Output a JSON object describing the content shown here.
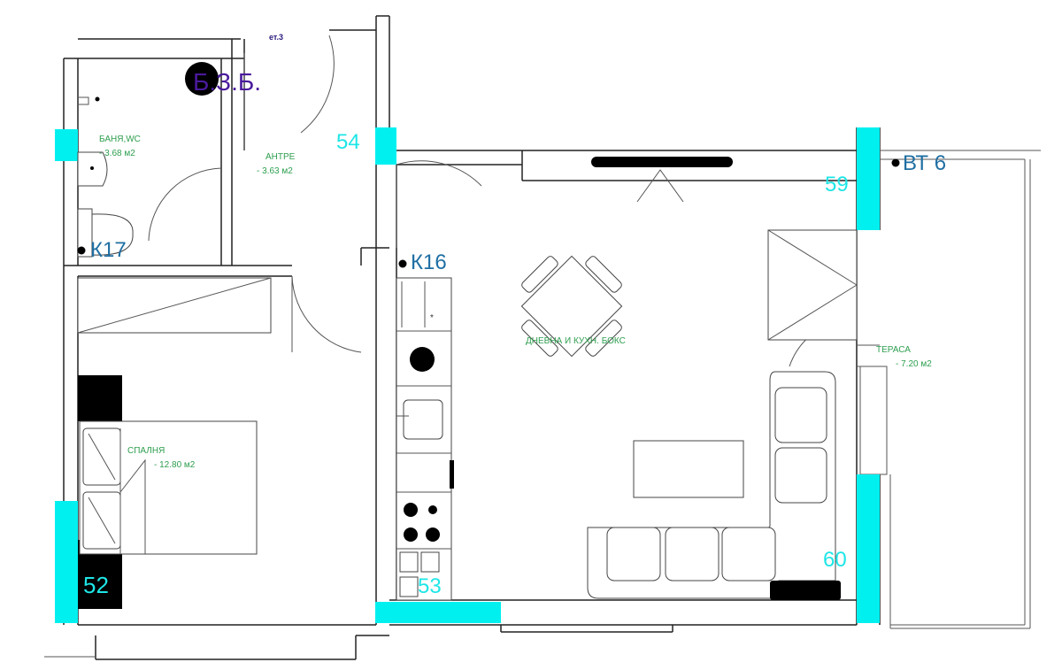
{
  "colors": {
    "window": "#00f0f0",
    "window_number": "#1ee6e6",
    "room_label": "#2e9e4f",
    "marker_label": "#1f6fa3",
    "stamp": "#4a1a9c",
    "wall": "#222222",
    "black": "#000000"
  },
  "floor": {
    "label": "ет.3"
  },
  "stamp": {
    "label": "Б.З.Б."
  },
  "rooms": [
    {
      "id": "bath",
      "name": "БАНЯ,WC",
      "area": "- 3.68 м2"
    },
    {
      "id": "hall",
      "name": "АНТРЕ",
      "area": "- 3.63 м2"
    },
    {
      "id": "living",
      "name": "ДНЕВНА И КУХН. БОКС",
      "area": ""
    },
    {
      "id": "terrace",
      "name": "ТЕРАСА",
      "area": "- 7.20 м2"
    },
    {
      "id": "bedroom",
      "name": "СПАЛНЯ",
      "area": "- 12.80 м2"
    }
  ],
  "markers": [
    {
      "id": "k17",
      "text": "К17"
    },
    {
      "id": "k16",
      "text": "К16"
    },
    {
      "id": "bt6",
      "text": "ВТ 6"
    }
  ],
  "window_labels": [
    {
      "id": "w54",
      "text": "54"
    },
    {
      "id": "w59",
      "text": "59"
    },
    {
      "id": "w60",
      "text": "60"
    },
    {
      "id": "w52",
      "text": "52"
    },
    {
      "id": "w53",
      "text": "53"
    }
  ]
}
